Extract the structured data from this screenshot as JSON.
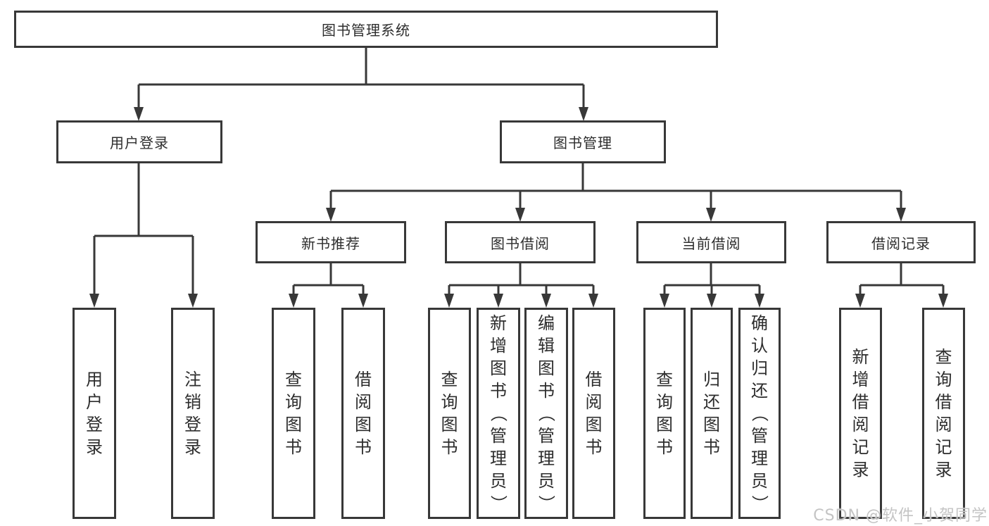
{
  "watermark": "CSDN @软件_小贺同学",
  "colors": {
    "line": "#383838",
    "border": "#383838",
    "text": "#2d2d2d",
    "watermark": "#c4c4c4",
    "background": "#ffffff"
  },
  "tree": {
    "root": {
      "label": "图书管理系统",
      "children": [
        {
          "label": "用户登录",
          "children": [
            {
              "label": "用户登录"
            },
            {
              "label": "注销登录"
            }
          ]
        },
        {
          "label": "图书管理",
          "children": [
            {
              "label": "新书推荐",
              "children": [
                {
                  "label": "查询图书"
                },
                {
                  "label": "借阅图书"
                }
              ]
            },
            {
              "label": "图书借阅",
              "children": [
                {
                  "label": "查询图书"
                },
                {
                  "label": "新增图书（管理员）"
                },
                {
                  "label": "编辑图书（管理员）"
                },
                {
                  "label": "借阅图书"
                }
              ]
            },
            {
              "label": "当前借阅",
              "children": [
                {
                  "label": "查询图书"
                },
                {
                  "label": "归还图书"
                },
                {
                  "label": "确认归还（管理员）"
                }
              ]
            },
            {
              "label": "借阅记录",
              "children": [
                {
                  "label": "新增借阅记录"
                },
                {
                  "label": "查询借阅记录"
                }
              ]
            }
          ]
        }
      ]
    }
  }
}
